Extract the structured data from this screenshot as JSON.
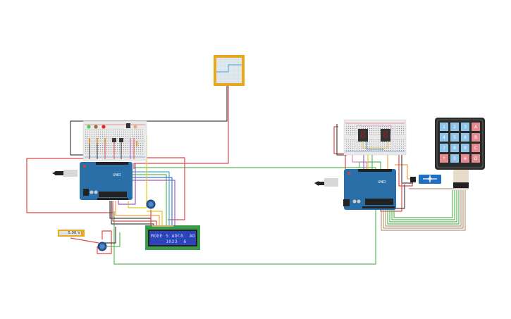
{
  "app": "Circuit simulator canvas",
  "colors": {
    "background": "#ffffff",
    "arduino_board": "#2a6fa8",
    "breadboard": "#e9e9e9",
    "lcd_pcb": "#3c9b4d",
    "lcd_screen": "#2c44b8",
    "keypad_body": "#2b2b2b",
    "key_blue": "#8fc3e8",
    "key_red": "#e58a8f",
    "oscilloscope_frame": "#e8a81c",
    "servo": "#1f6fc0",
    "wire_red": "#e04848",
    "wire_green": "#5cb85c",
    "wire_black": "#444444",
    "wire_yellow": "#e8c520",
    "wire_orange": "#f0a040",
    "wire_purple": "#9b5cc0",
    "wire_brown": "#b8987a",
    "wire_cyan": "#3ab0c8",
    "wire_blue": "#3a78d0"
  },
  "components": {
    "oscilloscope": {
      "name": "Oscilloscope",
      "trace": "step"
    },
    "multimeter": {
      "name": "Multimeter",
      "reading": "5.00 V"
    },
    "lcd": {
      "name": "LCD 16x2",
      "line1": "MODE 5 ADC0  AD",
      "line2": "     1023  6"
    },
    "arduino_left": {
      "name": "Arduino Uno R3",
      "label": "UNO"
    },
    "arduino_right": {
      "name": "Arduino Uno R3",
      "label": "UNO"
    },
    "seven_segment": {
      "name": "7-segment displays",
      "digits": [
        "8",
        "8"
      ]
    },
    "keypad": {
      "name": "Keypad 4x4",
      "keys": [
        [
          "1",
          "2",
          "3",
          "A"
        ],
        [
          "4",
          "5",
          "6",
          "B"
        ],
        [
          "7",
          "8",
          "9",
          "C"
        ],
        [
          "*",
          "0",
          "#",
          "D"
        ]
      ]
    },
    "servo": {
      "name": "Micro servo"
    },
    "potentiometers": {
      "count": 2
    },
    "leds": [
      "green",
      "yellow",
      "red"
    ],
    "pushbuttons": {
      "count": 2
    }
  }
}
